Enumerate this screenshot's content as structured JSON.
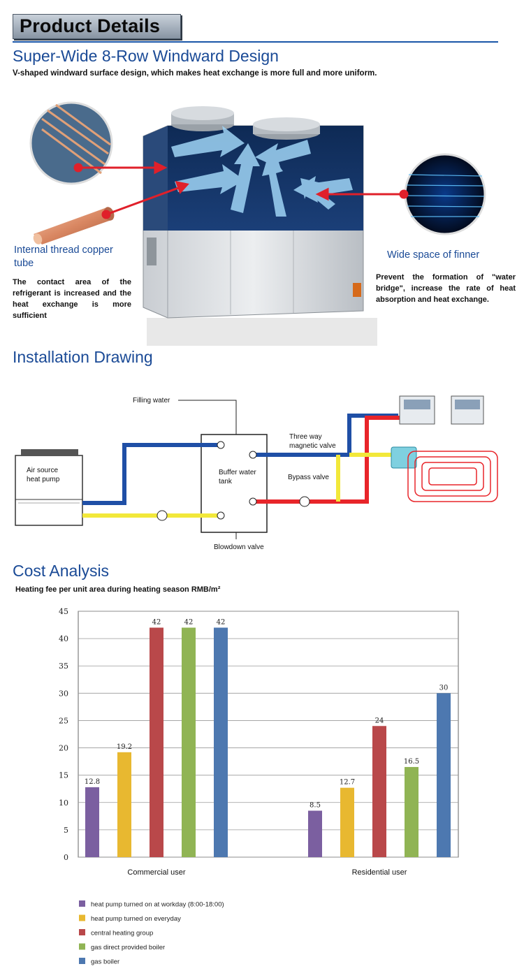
{
  "banner": {
    "title": "Product Details"
  },
  "section1": {
    "title": "Super-Wide 8-Row Windward Design",
    "subtitle": "V-shaped windward surface design, which makes heat exchange is more full and more uniform.",
    "left_label": "Internal thread copper tube",
    "left_text": "The contact area of the refrigerant is increased and the heat exchange is more sufficient",
    "right_label": "Wide space of finner",
    "right_text": "Prevent the formation of \"water bridge\", increase the rate of heat absorption and heat exchange."
  },
  "section2": {
    "title": "Installation Drawing",
    "labels": {
      "filling": "Filling water",
      "heatpump": [
        "Air source",
        "heat pump"
      ],
      "buffer": [
        "Buffer water",
        "tank"
      ],
      "threeway": [
        "Three way",
        "magnetic valve"
      ],
      "bypass": "Bypass valve",
      "blowdown": "Blowdown valve"
    }
  },
  "section3": {
    "title": "Cost Analysis",
    "caption": "Heating fee per unit area during heating season    RMB/m²"
  },
  "colors": {
    "purple": "#7b5fa0",
    "yellow": "#e8b830",
    "red": "#b9484a",
    "green": "#90b454",
    "blue": "#4d78b0"
  },
  "chart_data": {
    "type": "bar",
    "title": "",
    "categories": [
      "Commercial user",
      "Residential user"
    ],
    "ylim": [
      0,
      45
    ],
    "yticks": [
      0,
      5,
      10,
      15,
      20,
      25,
      30,
      35,
      40,
      45
    ],
    "grid": true,
    "legend_position": "bottom-left",
    "series": [
      {
        "name": "heat pump turned on at workday (8:00-18:00)",
        "color": "#7b5fa0",
        "values": [
          12.8,
          8.5
        ],
        "labels": [
          "12.8",
          "8.5"
        ]
      },
      {
        "name": "heat pump turned on everyday",
        "color": "#e8b830",
        "values": [
          19.2,
          12.7
        ],
        "labels": [
          "19.2",
          "12.7"
        ]
      },
      {
        "name": "central heating group",
        "color": "#b9484a",
        "values": [
          42,
          24
        ],
        "labels": [
          "42",
          "24"
        ]
      },
      {
        "name": "gas direct provided boiler",
        "color": "#90b454",
        "values": [
          42,
          16.5
        ],
        "labels": [
          "42",
          "16.5"
        ]
      },
      {
        "name": "gas boiler",
        "color": "#4d78b0",
        "values": [
          42,
          30
        ],
        "labels": [
          "42",
          "30"
        ]
      }
    ]
  }
}
